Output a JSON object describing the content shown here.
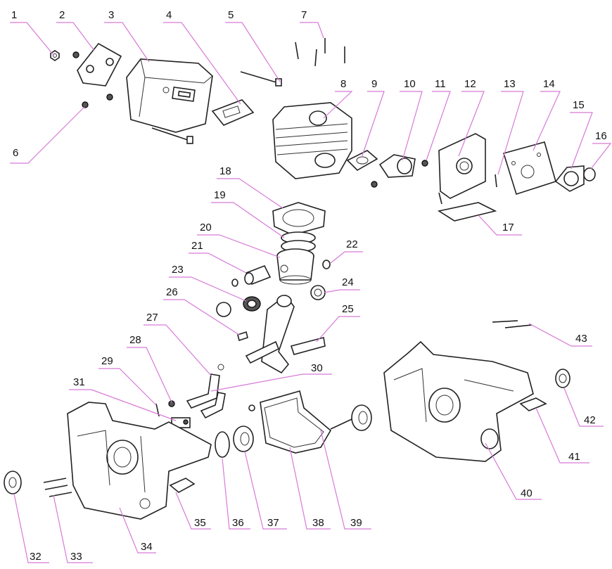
{
  "diagram": {
    "labels": [
      "1",
      "2",
      "3",
      "4",
      "5",
      "6",
      "7",
      "8",
      "9",
      "10",
      "11",
      "12",
      "13",
      "14",
      "15",
      "16",
      "17",
      "18",
      "19",
      "20",
      "21",
      "22",
      "23",
      "24",
      "25",
      "26",
      "27",
      "28",
      "29",
      "30",
      "31",
      "32",
      "33",
      "34",
      "35",
      "36",
      "37",
      "38",
      "39",
      "40",
      "41",
      "42",
      "43"
    ],
    "colors": {
      "leader": "#d77ad7",
      "ink": "#222222",
      "background": "#ffffff"
    }
  }
}
